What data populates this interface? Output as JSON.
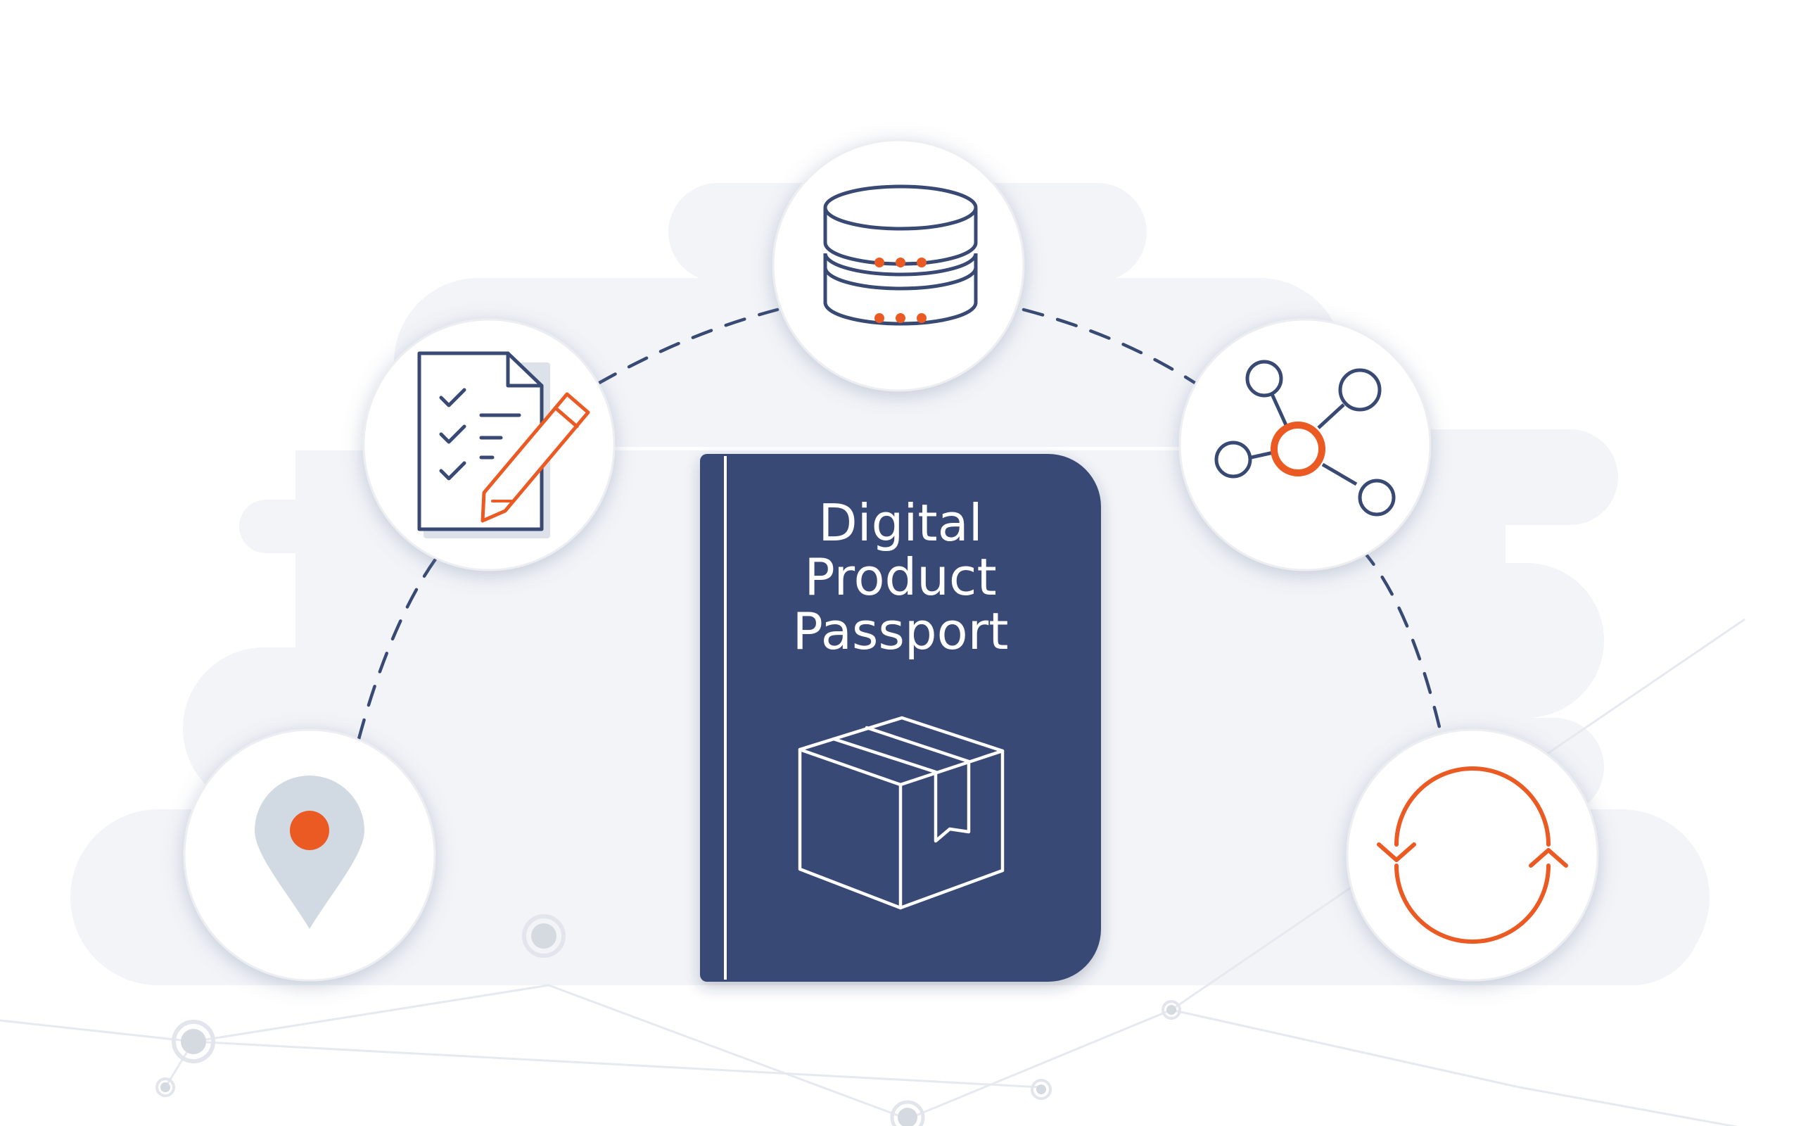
{
  "passport": {
    "title_lines": [
      "Digital",
      "Product",
      "Passport"
    ]
  },
  "icons": [
    {
      "name": "location-pin-icon"
    },
    {
      "name": "checklist-document-icon"
    },
    {
      "name": "database-server-icon"
    },
    {
      "name": "network-nodes-icon"
    },
    {
      "name": "refresh-cycle-icon"
    },
    {
      "name": "package-box-icon"
    }
  ],
  "colors": {
    "navy": "#384A74",
    "orange": "#EC5A24",
    "cloud": "#F2F4F8",
    "pin_grey": "#D1DAE2",
    "background": "#FFFFFF"
  }
}
